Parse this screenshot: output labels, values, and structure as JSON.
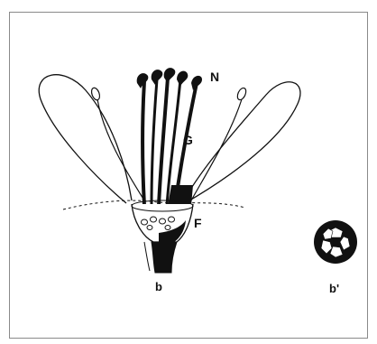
{
  "labels": {
    "n": "N",
    "g": "G",
    "f": "F",
    "b": "b",
    "b_prime": "b'"
  },
  "colors": {
    "ink": "#111111",
    "paper": "#ffffff",
    "frame": "#8a8a8a"
  }
}
